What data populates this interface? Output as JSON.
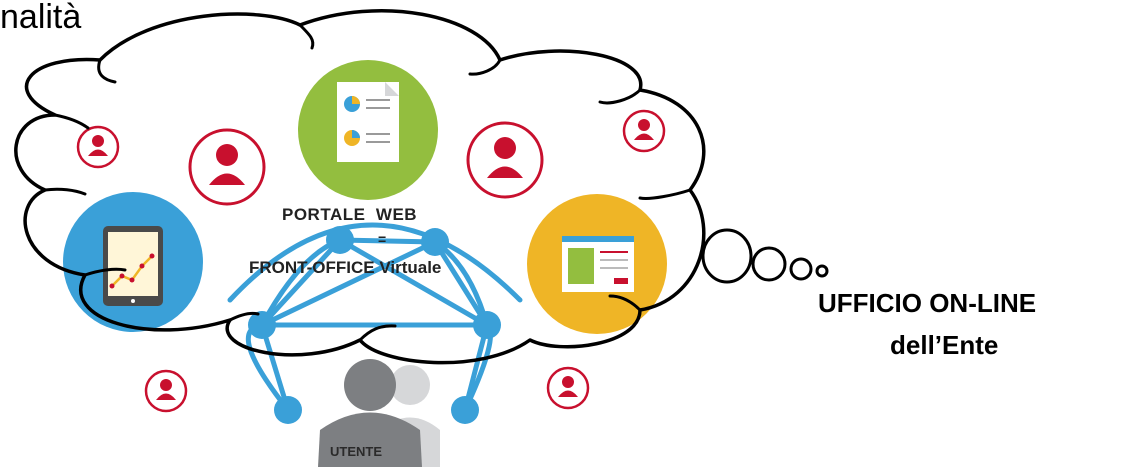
{
  "heading_fragment": "nalità",
  "cloud": {
    "portale_label": "PORTALE  WEB",
    "equals_label": "=",
    "front_office_label": "FRONT-OFFICE Virtuale"
  },
  "utente_label": "UTENTE",
  "thought": {
    "line1": "UFFICIO ON-LINE",
    "line2": "dell’Ente"
  },
  "icons": [
    "user-icon",
    "document-chart-icon",
    "tablet-chart-icon",
    "web-page-icon",
    "network-icon",
    "person-silhouette-icon"
  ],
  "colors": {
    "red": "#c8102e",
    "green": "#93be3f",
    "blue": "#3aa0d8",
    "yellow": "#efb526",
    "gray": "#7d7f82"
  }
}
